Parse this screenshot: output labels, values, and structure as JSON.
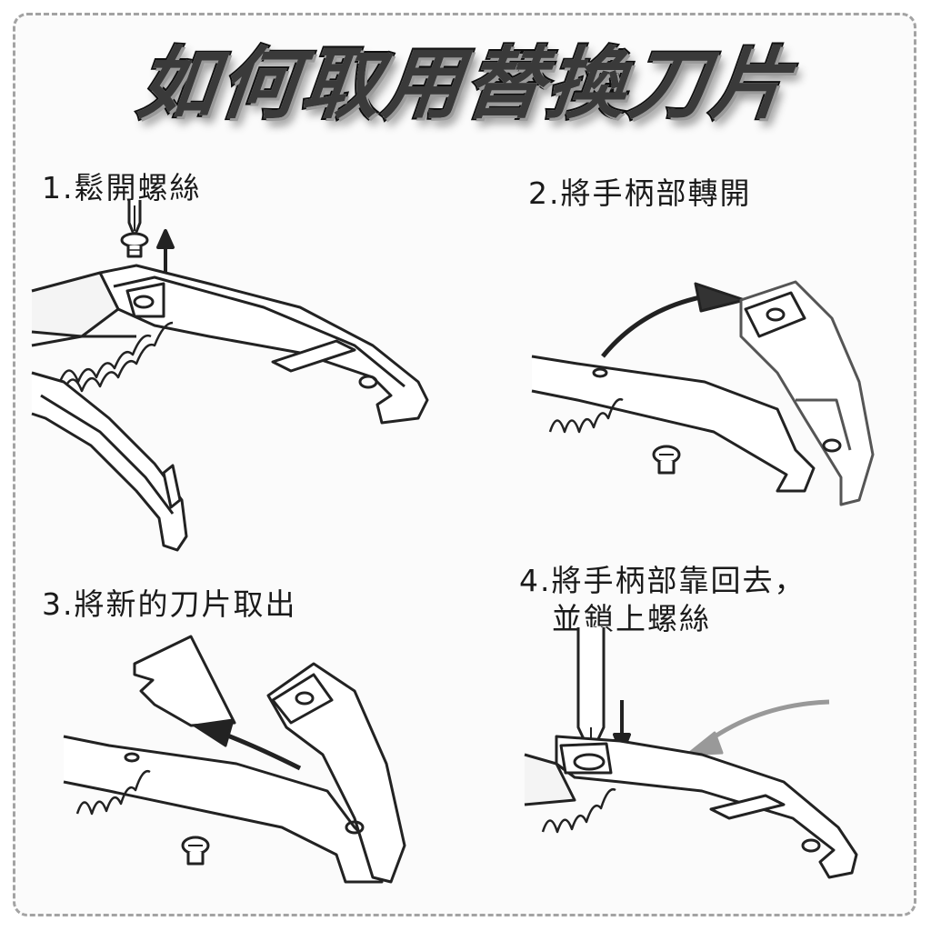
{
  "title": "如何取用替換刀片",
  "steps": [
    {
      "label": "1.鬆開螺絲"
    },
    {
      "label": "2.將手柄部轉開"
    },
    {
      "label": "3.將新的刀片取出"
    },
    {
      "label": "4.將手柄部靠回去，",
      "label_line2": "並鎖上螺絲"
    }
  ],
  "icons": [
    "screwdriver-icon",
    "screw-icon",
    "arrow-up-icon",
    "arrow-down-icon",
    "curved-arrow-icon",
    "blade-icon",
    "spring-icon"
  ]
}
